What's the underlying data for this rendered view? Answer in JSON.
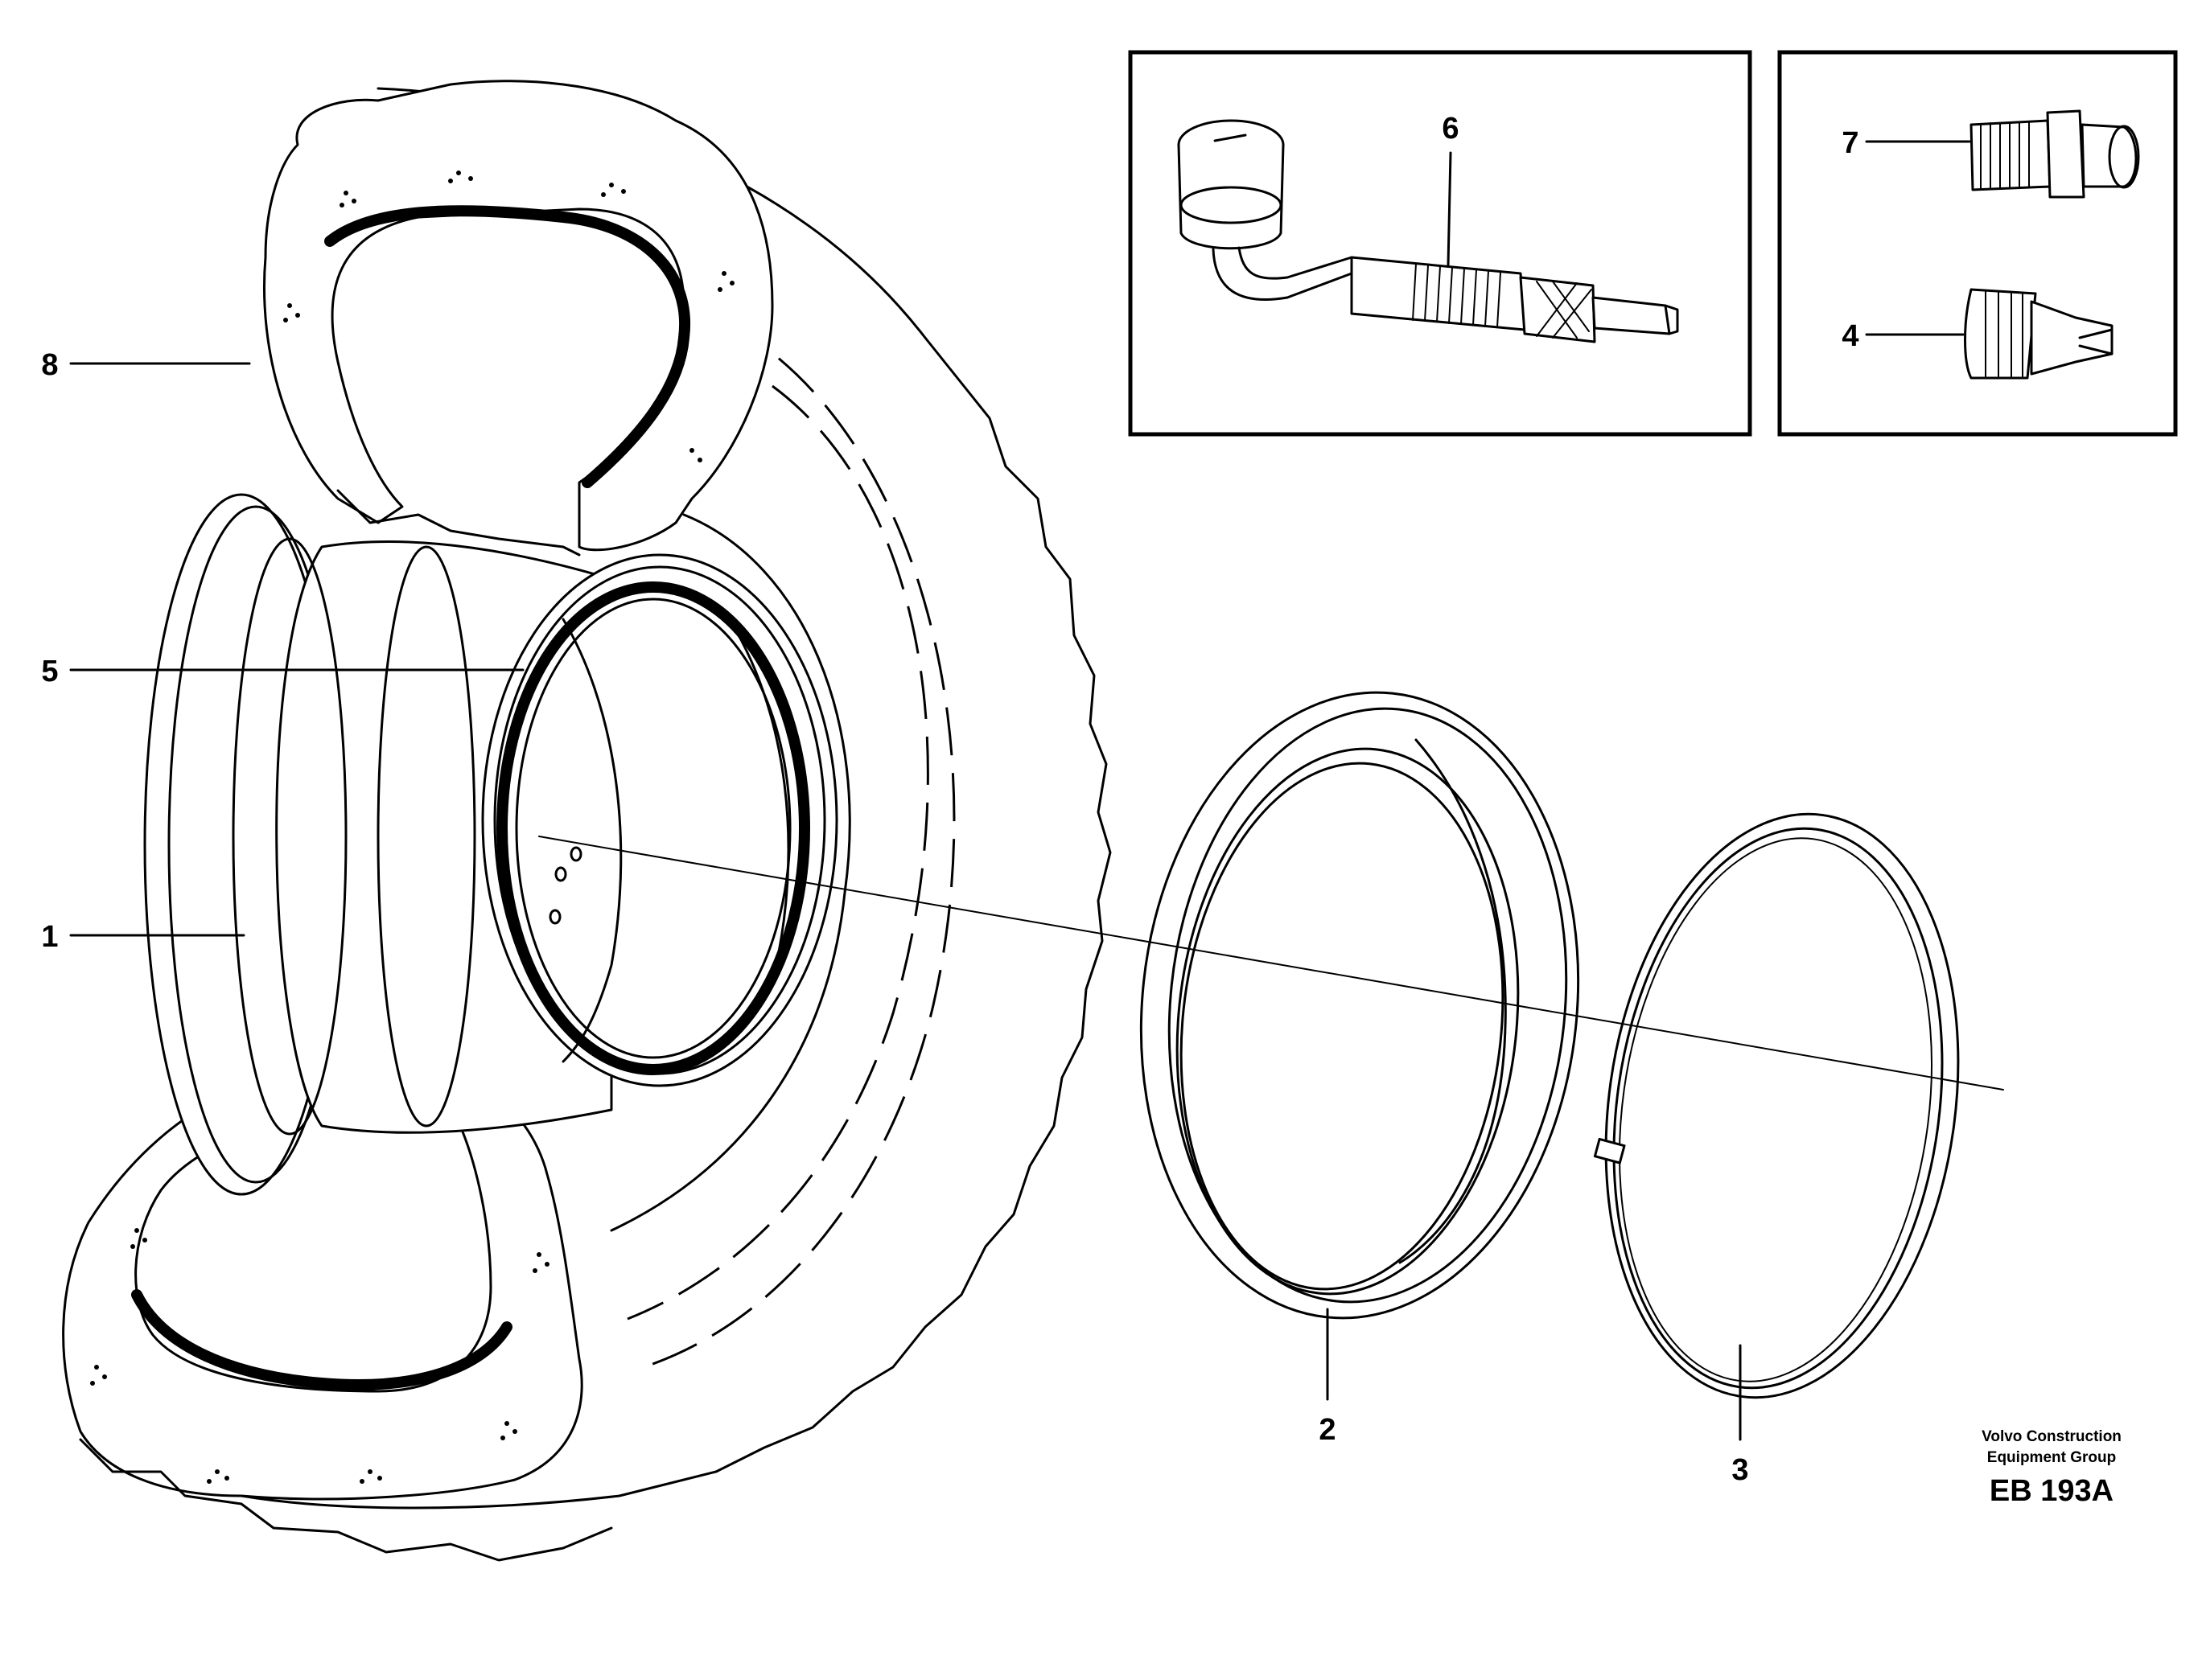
{
  "callouts": {
    "c1": "1",
    "c2": "2",
    "c3": "3",
    "c4": "4",
    "c5": "5",
    "c6": "6",
    "c7": "7",
    "c8": "8"
  },
  "credit": {
    "line1": "Volvo Construction",
    "line2": "Equipment Group",
    "ref": "EB 193A"
  }
}
